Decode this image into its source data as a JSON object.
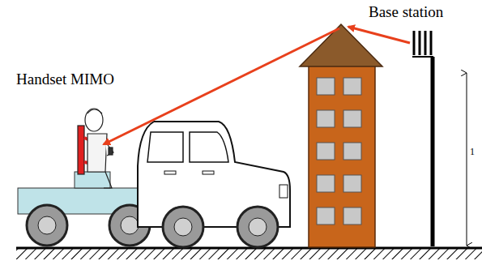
{
  "diagram": {
    "labels": [
      "Base station",
      "Handset MIMO",
      "1"
    ]
  }
}
